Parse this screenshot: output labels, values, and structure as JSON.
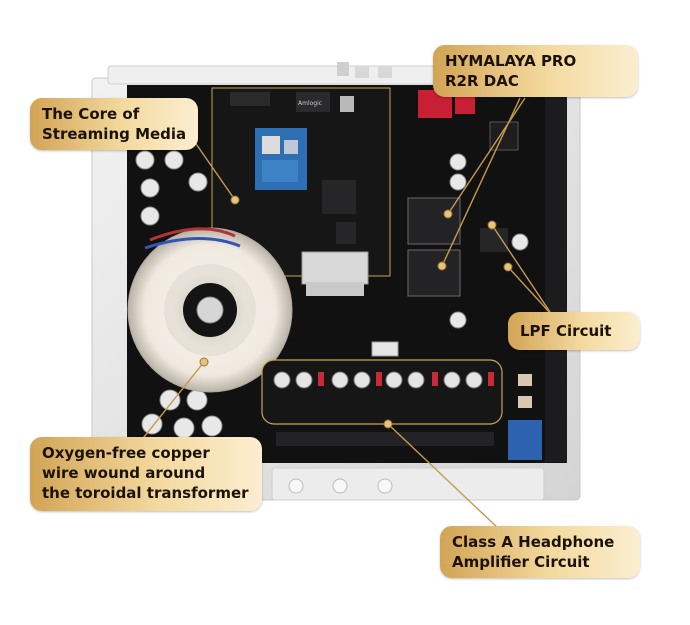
{
  "colors": {
    "board": "#111112",
    "chassis": "#e9e9e9",
    "gold_start": "#d2a455",
    "gold_end": "#fbeed0",
    "leader_line": "#c69a4e",
    "label_text": "#1b1205"
  },
  "callouts": {
    "streaming": {
      "lines": [
        "The Core of",
        "Streaming Media"
      ]
    },
    "dac": {
      "lines": [
        "HYMALAYA PRO",
        "R2R DAC"
      ]
    },
    "lpf": {
      "lines": [
        "LPF Circuit"
      ]
    },
    "transformer": {
      "lines": [
        "Oxygen-free copper",
        "wire wound around",
        "the toroidal transformer"
      ]
    },
    "headphone": {
      "lines": [
        "Class A Headphone",
        "Amplifier Circuit"
      ]
    }
  },
  "board_marking": {
    "chip_text": "Amlogic"
  }
}
